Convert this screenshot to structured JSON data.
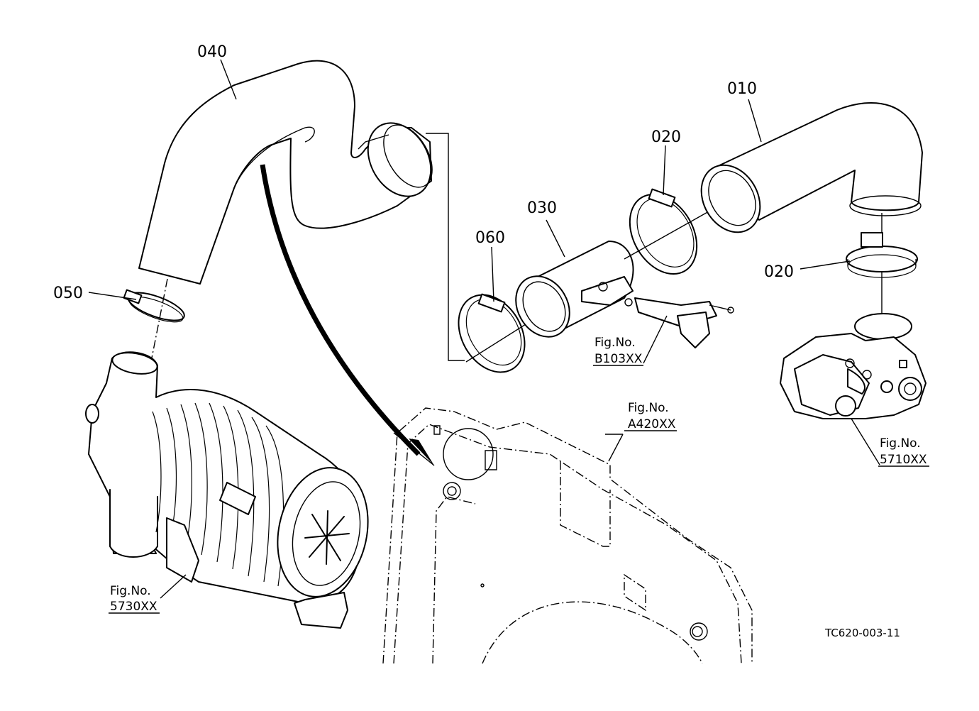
{
  "parts": {
    "p010": "010",
    "p020a": "020",
    "p020b": "020",
    "p030": "030",
    "p040": "040",
    "p050": "050",
    "p060": "060"
  },
  "fig_refs": {
    "b103": {
      "prefix": "Fig.No.",
      "code": "B103XX"
    },
    "a420": {
      "prefix": "Fig.No.",
      "code": "A420XX"
    },
    "r5710": {
      "prefix": "Fig.No.",
      "code": "5710XX"
    },
    "r5730": {
      "prefix": "Fig.No.",
      "code": "5730XX"
    }
  },
  "drawing_code": "TC620-003-11"
}
